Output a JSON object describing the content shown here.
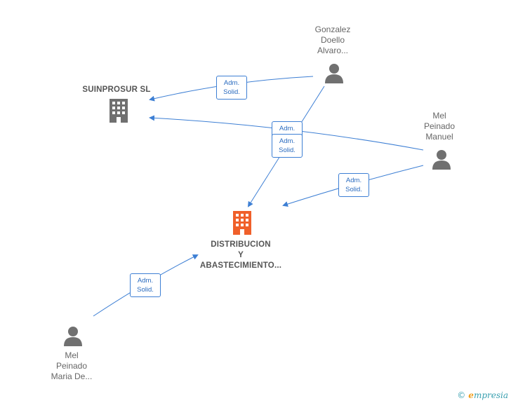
{
  "nodes": {
    "suinprosur": {
      "lines": [
        "SUINPROSUR SL"
      ]
    },
    "gonzalez": {
      "lines": [
        "Gonzalez",
        "Doello",
        "Alvaro..."
      ]
    },
    "mel_manuel": {
      "lines": [
        "Mel",
        "Peinado",
        "Manuel"
      ]
    },
    "distribucion": {
      "lines": [
        "DISTRIBUCION",
        "Y",
        "ABASTECIMIENTO..."
      ]
    },
    "mel_maria": {
      "lines": [
        "Mel",
        "Peinado",
        "Maria De..."
      ]
    }
  },
  "badges": [
    {
      "id": "b1",
      "line1": "Adm.",
      "line2": "Solid."
    },
    {
      "id": "b2",
      "line1": "Adm.",
      "line2": "Solid."
    },
    {
      "id": "b3",
      "line1": "Adm.",
      "line2": "Solid."
    },
    {
      "id": "b4",
      "line1": "Adm.",
      "line2": "Solid."
    },
    {
      "id": "b5",
      "line1": "Adm.",
      "line2": "Solid."
    }
  ],
  "colors": {
    "edge": "#3d7fd4",
    "person": "#707070",
    "company_gray": "#707070",
    "company_main": "#f0602a"
  },
  "footer": {
    "copyright": "©",
    "brand_e": "e",
    "brand_rest": "mpresia"
  }
}
